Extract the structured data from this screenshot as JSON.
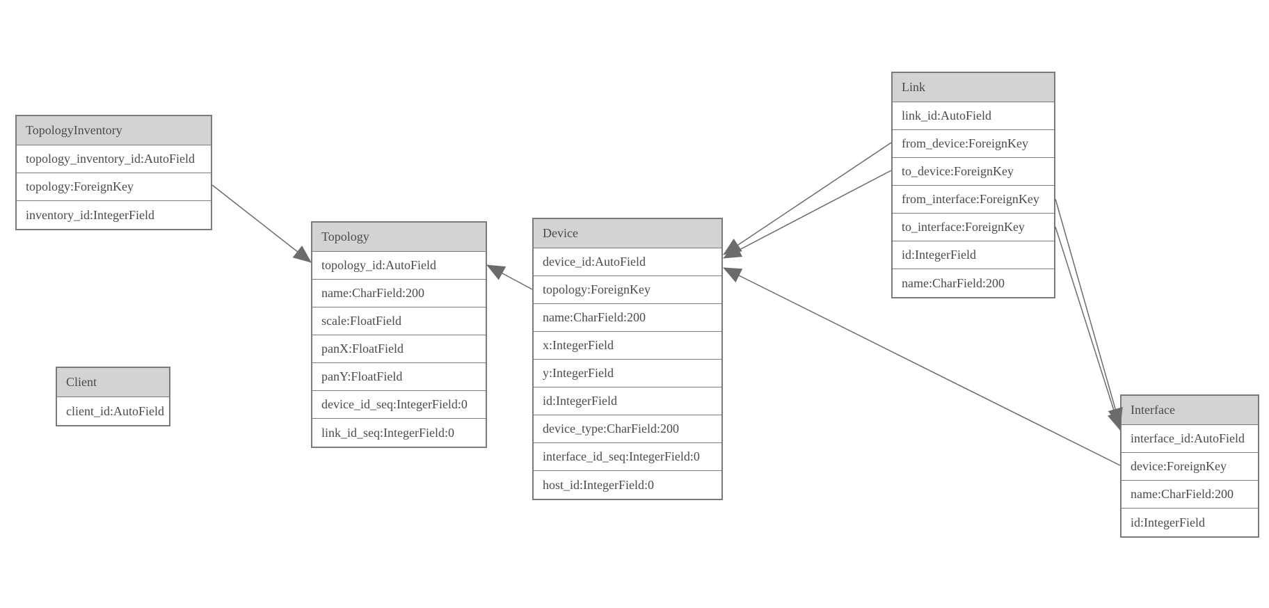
{
  "colors": {
    "header_fill": "#d3d3d3",
    "border": "#7a7a7a",
    "text": "#4a4a4a",
    "line": "#6b6b6b",
    "arrow_fill": "#6b6b6b",
    "background": "#ffffff"
  },
  "tables": {
    "topology_inventory": {
      "title": "TopologyInventory",
      "rows": [
        "topology_inventory_id:AutoField",
        "topology:ForeignKey",
        "inventory_id:IntegerField"
      ]
    },
    "topology": {
      "title": "Topology",
      "rows": [
        "topology_id:AutoField",
        "name:CharField:200",
        "scale:FloatField",
        "panX:FloatField",
        "panY:FloatField",
        "device_id_seq:IntegerField:0",
        "link_id_seq:IntegerField:0"
      ]
    },
    "client": {
      "title": "Client",
      "rows": [
        "client_id:AutoField"
      ]
    },
    "device": {
      "title": "Device",
      "rows": [
        "device_id:AutoField",
        "topology:ForeignKey",
        "name:CharField:200",
        "x:IntegerField",
        "y:IntegerField",
        "id:IntegerField",
        "device_type:CharField:200",
        "interface_id_seq:IntegerField:0",
        "host_id:IntegerField:0"
      ]
    },
    "link": {
      "title": "Link",
      "rows": [
        "link_id:AutoField",
        "from_device:ForeignKey",
        "to_device:ForeignKey",
        "from_interface:ForeignKey",
        "to_interface:ForeignKey",
        "id:IntegerField",
        "name:CharField:200"
      ]
    },
    "interface": {
      "title": "Interface",
      "rows": [
        "interface_id:AutoField",
        "device:ForeignKey",
        "name:CharField:200",
        "id:IntegerField"
      ]
    }
  },
  "relationships": [
    {
      "from": "TopologyInventory.topology",
      "to": "Topology.topology_id"
    },
    {
      "from": "Device.topology",
      "to": "Topology.topology_id"
    },
    {
      "from": "Link.from_device",
      "to": "Device.device_id"
    },
    {
      "from": "Link.to_device",
      "to": "Device.device_id"
    },
    {
      "from": "Link.from_interface",
      "to": "Interface.interface_id"
    },
    {
      "from": "Link.to_interface",
      "to": "Interface.interface_id"
    },
    {
      "from": "Interface.device",
      "to": "Device.device_id"
    }
  ]
}
